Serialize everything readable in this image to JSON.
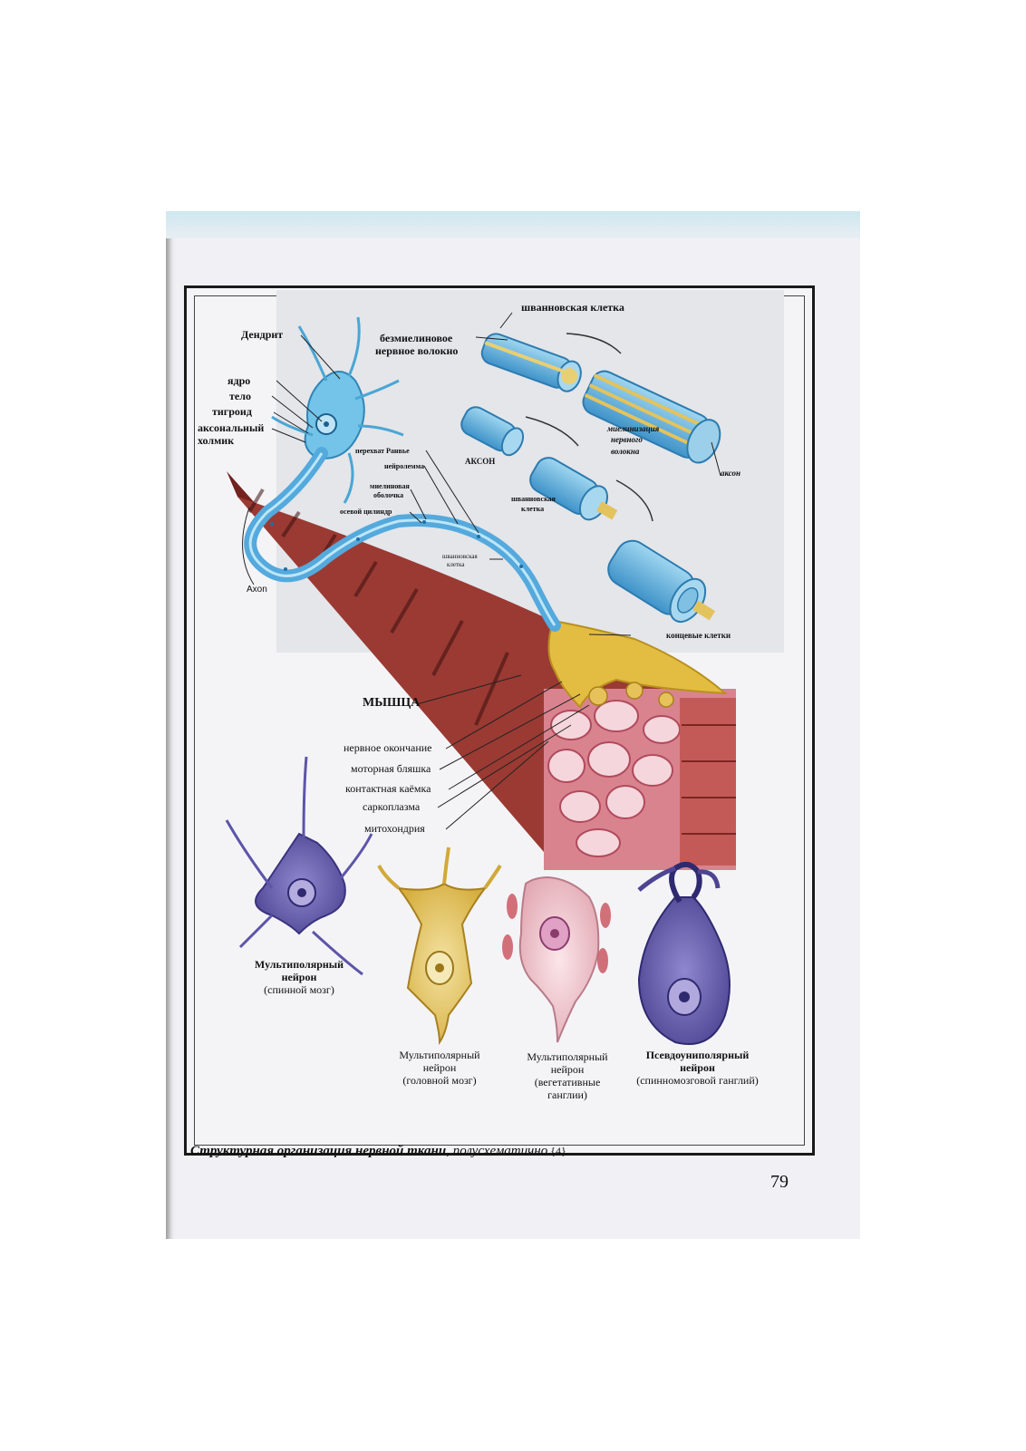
{
  "figure": {
    "labels": {
      "schwann_top": "шванновская клетка",
      "unmyelinated_1": "безмиелиновое",
      "unmyelinated_2": "нервное волокно",
      "dendrite": "Дендрит",
      "nucleus": "ядро",
      "body": "тело",
      "tigroid": "тигроид",
      "axon_hillock_1": "аксональный",
      "axon_hillock_2": "холмик",
      "ranvier": "перехват Ранвье",
      "neurolemma": "нейролемма",
      "myelin_1": "миелиновая",
      "myelin_2": "оболочка",
      "axial_cylinder": "осевой цилиндр",
      "schwann_small_1": "шванновская",
      "schwann_small_2": "клетка",
      "axon_caps": "АКСОН",
      "schwann_mid_1": "шванновская",
      "schwann_mid_2": "клетка",
      "myelination_1": "миелинизация",
      "myelination_2": "нервного",
      "myelination_3": "волокна",
      "axon_right": "аксон",
      "axon_en": "Axon",
      "end_cells": "концевые клетки",
      "muscle": "МЫШЦА",
      "nerve_ending": "нервное окончание",
      "motor_plaque": "моторная бляшка",
      "contact_rim": "контактная каёмка",
      "sarcoplasm": "саркоплазма",
      "mitochondria": "митохондрия"
    },
    "neuron_captions": {
      "spinal": {
        "l1": "Мультиполярный",
        "l2": "нейрон",
        "l3": "(спинной мозг)"
      },
      "brain": {
        "l1": "Мультиполярный",
        "l2": "нейрон",
        "l3": "(головной мозг)"
      },
      "vegetative": {
        "l1": "Мультиполярный",
        "l2": "нейрон",
        "l3": "(вегетативные",
        "l4": "ганглии)"
      },
      "pseudo": {
        "l1": "Псевдоуниполярный",
        "l2": "нейрон",
        "l3": "(спинномозговой ганглий)"
      }
    }
  },
  "caption": {
    "bold_italic": "Структурная организация нервной ткани",
    "italic": ", полусхематично",
    "ref": " {4}."
  },
  "page_number": "79",
  "colors": {
    "axon_blue": "#5fb4e0",
    "muscle_red": "#8e2f2a",
    "plaque_yellow": "#e6c34a",
    "neuron_violet": "#6d64b0",
    "neuron_yellow": "#ebd27a"
  }
}
